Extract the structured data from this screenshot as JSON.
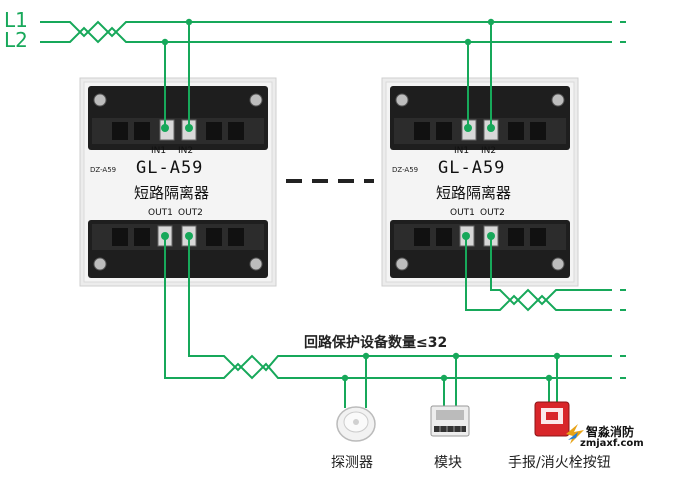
{
  "bus": {
    "line1_label": "L1",
    "line2_label": "L2"
  },
  "isolators": [
    {
      "code": "DZ-A59",
      "model": "GL-A59",
      "name_cn": "短路隔离器",
      "in1": "IN1",
      "in2": "IN2",
      "out1": "OUT1",
      "out2": "OUT2"
    },
    {
      "code": "DZ-A59",
      "model": "GL-A59",
      "name_cn": "短路隔离器",
      "in1": "IN1",
      "in2": "IN2",
      "out1": "OUT1",
      "out2": "OUT2"
    }
  ],
  "loop_limit": "回路保护设备数量≤32",
  "devices": [
    {
      "label": "探测器",
      "icon": "smoke-detector-icon"
    },
    {
      "label": "模块",
      "icon": "module-icon"
    },
    {
      "label": "手报/消火栓按钮",
      "icon": "manual-call-point-icon"
    }
  ],
  "watermark": {
    "name": "智淼消防",
    "url": "zmjaxf.com"
  },
  "colors": {
    "wire": "#17a85a",
    "terminal_block": "#1e1e1e",
    "panel": "#ececec",
    "call_point": "#d8262a"
  }
}
